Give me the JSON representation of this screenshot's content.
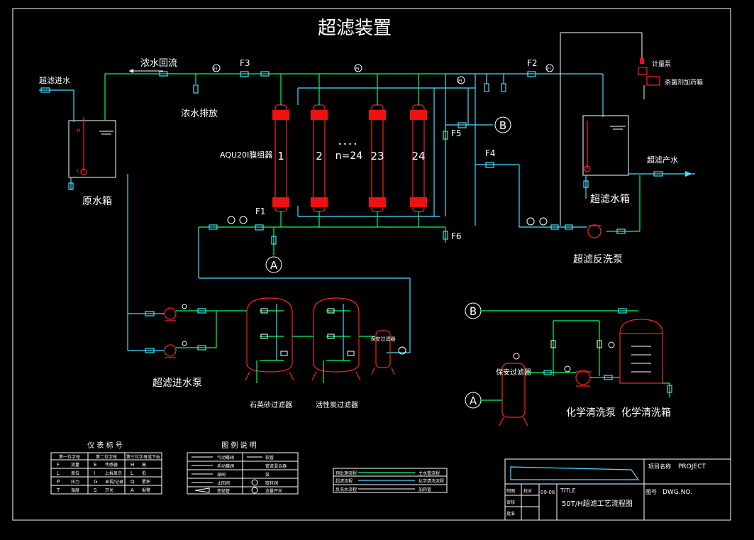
{
  "title": "超滤装置",
  "labels": {
    "feed_in": "超滤进水",
    "concentrate_return": "浓水回流",
    "concentrate_drain": "浓水排放",
    "raw_tank": "原水箱",
    "membrane_model": "AQU20I膜组器",
    "uf_tank": "超滤水箱",
    "uf_product": "超滤产水",
    "backwash_pump": "超滤反洗泵",
    "feed_pump": "超滤进水泵",
    "sand_filter": "石英砂过滤器",
    "carbon_filter": "活性炭过滤器",
    "chem_pump": "化学清洗泵",
    "chem_tank": "化学清洗箱",
    "dosing_pump": "计量泵",
    "dosing_tank": "杀菌剂加药箱",
    "security_filter_small": "保安过滤器",
    "security_filter_large": "保安过滤器"
  },
  "modules": [
    "1",
    "2",
    "n=24",
    "23",
    "24"
  ],
  "module_dots": "• • • •",
  "valves": {
    "f1": "F1",
    "f2": "F2",
    "f3": "F3",
    "f4": "F4",
    "f5": "F5",
    "f6": "F6"
  },
  "connectors": {
    "a": "A",
    "b": "B"
  },
  "legend_instruments": {
    "title": "仪 表 标 号",
    "headers": [
      "第一位字母",
      "第二位字母",
      "第三位字母或下标"
    ],
    "rows": [
      [
        "F",
        "流量",
        "E",
        "传感器",
        "H",
        "高"
      ],
      [
        "L",
        "液位",
        "I",
        "上报显示",
        "L",
        "低"
      ],
      [
        "P",
        "压力",
        "G",
        "显视/记录",
        "Q",
        "累积"
      ],
      [
        "T",
        "温度",
        "S",
        "开关",
        "A",
        "报警"
      ]
    ]
  },
  "legend_symbols": {
    "title": "图 例 说 明",
    "rows": [
      [
        "气动蝶阀",
        "软管"
      ],
      [
        "手动蝶阀",
        "管道混合器"
      ],
      [
        "球阀",
        "泵"
      ],
      [
        "止回阀",
        "取样阀"
      ],
      [
        "变径管",
        "流量开关"
      ]
    ]
  },
  "legend_lines": {
    "rows": [
      [
        "预处理流程",
        "主水管流程"
      ],
      [
        "超滤流程",
        "化学清洗流程"
      ],
      [
        "反洗水流程",
        "加药管"
      ]
    ]
  },
  "title_block": {
    "project_label": "项目名称",
    "project_value": "PROJECT",
    "title_label": "TITLE",
    "title_value": "50T/H超滤工艺流程图",
    "dwg_label": "图号",
    "dwg_value": "DWG.NO.",
    "drawn": "制图",
    "checked": "审核",
    "approved": "批准",
    "sheet": "校对",
    "date": "09-06"
  },
  "colors": {
    "background": "#000000",
    "pipe_pretreat": "#00ff66",
    "pipe_uf": "#44e0ff",
    "equipment": "#ff2222",
    "text": "#ffffff"
  }
}
